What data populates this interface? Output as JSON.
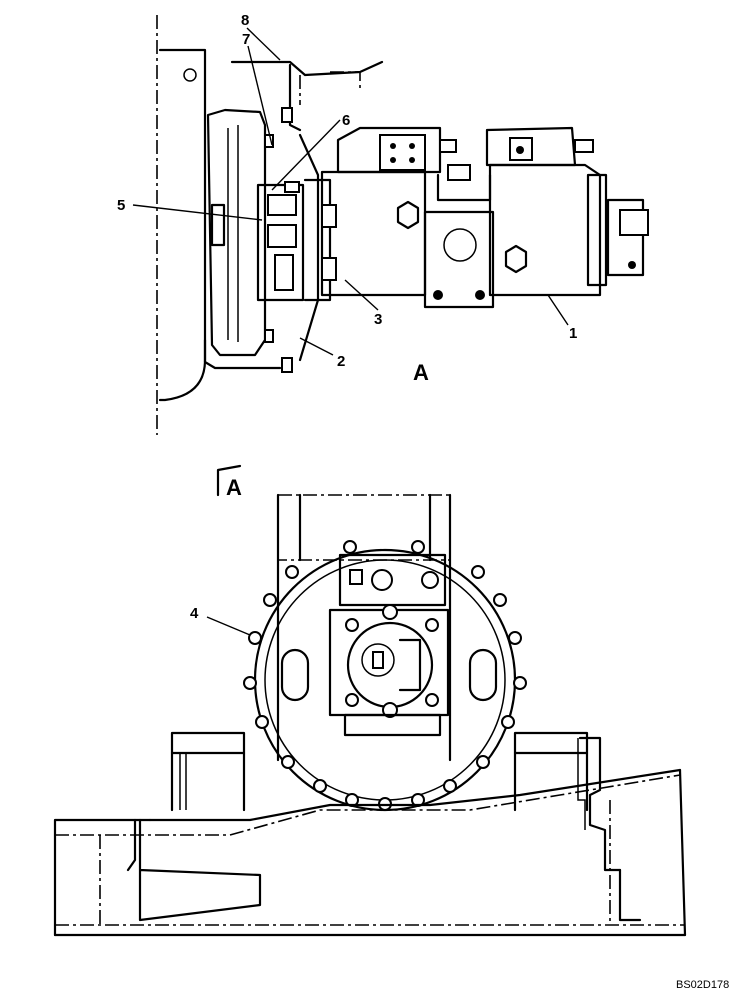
{
  "callouts": {
    "c1": "1",
    "c2": "2",
    "c3": "3",
    "c4": "4",
    "c5": "5",
    "c6": "6",
    "c7": "7",
    "c8": "8"
  },
  "view_label": "A",
  "section_marker": "A",
  "drawing_code": "BS02D178"
}
